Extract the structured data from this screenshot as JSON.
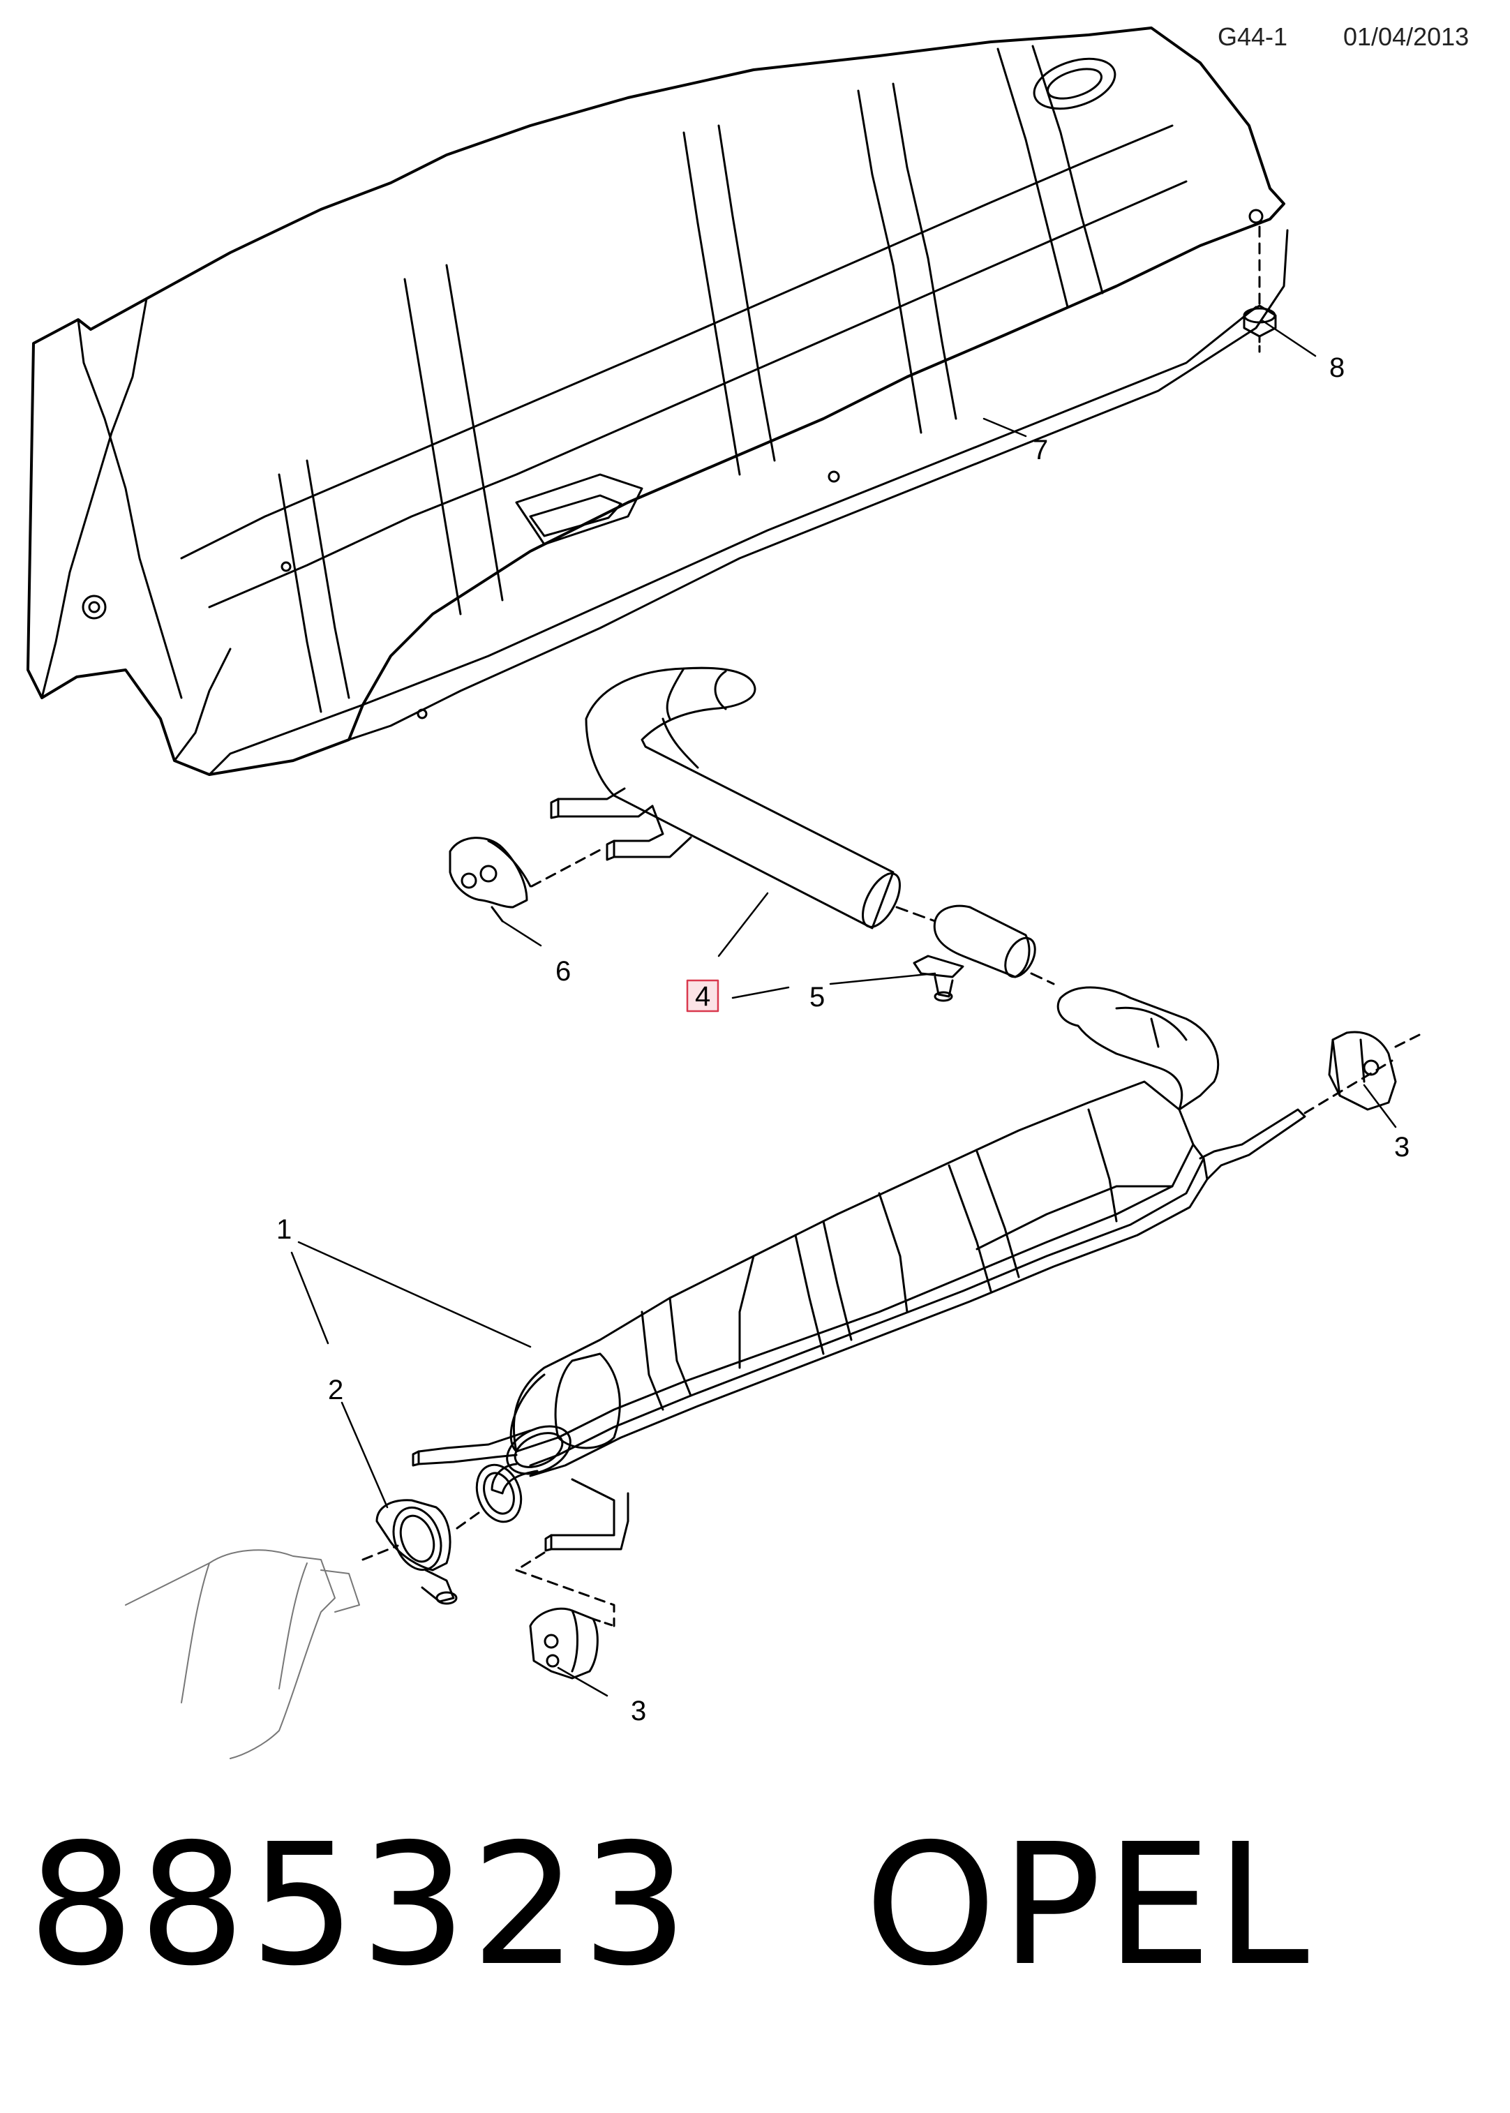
{
  "header": {
    "code": "G44-1",
    "date": "01/04/2013"
  },
  "callouts": {
    "c1": "1",
    "c2": "2",
    "c3a": "3",
    "c3b": "3",
    "c4": "4",
    "c5": "5",
    "c6": "6",
    "c7": "7",
    "c8": "8"
  },
  "colors": {
    "line": "#000000",
    "highlight_fill": "#fbe3e6",
    "highlight_border": "#d9394e"
  },
  "footer": {
    "part_number": "885323",
    "brand": "OPEL"
  }
}
